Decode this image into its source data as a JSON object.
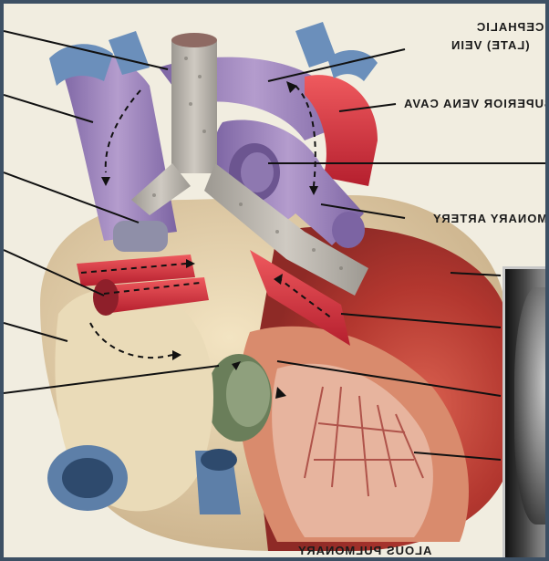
{
  "labels": {
    "brachiocephalic_line1": "BRACHIOCEPHALIC",
    "brachiocephalic_line2": "(LATE) VEIN",
    "superior_vena_cava": "SUPERIOR VENA CAVA",
    "pulmonary_artery": "PULMONARY ARTERY",
    "bottom_label": "ALOUS PULMONARY"
  },
  "colors": {
    "aorta_blue_gray": "#b7b3ae",
    "vein_purple": "#9a7fb5",
    "artery_red": "#d8283a",
    "heart_muscle": "#c7493e",
    "atrium_tan": "#e2cda6",
    "vessel_blue": "#5d7fa8"
  }
}
